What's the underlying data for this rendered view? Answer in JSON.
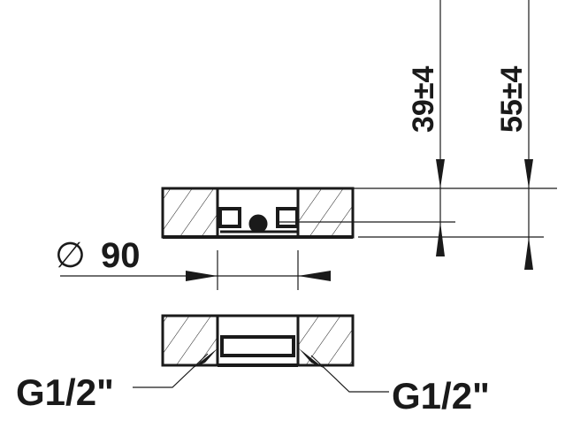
{
  "dimensions": {
    "height_1": "39±4",
    "height_2": "55±4",
    "diameter_symbol": "∅",
    "diameter_value": "90"
  },
  "thread_labels": {
    "left": "G1/2\"",
    "right": "G1/2\""
  },
  "colors": {
    "ink": "#1a1a1a",
    "background": "#ffffff"
  }
}
